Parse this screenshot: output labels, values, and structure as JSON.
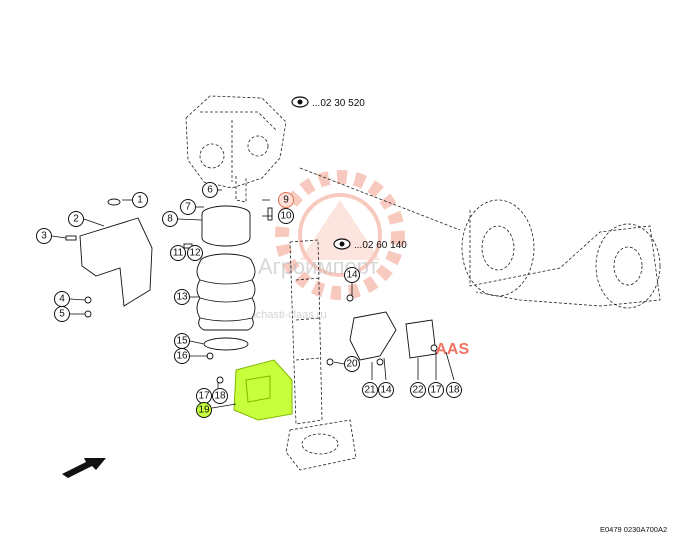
{
  "references": [
    {
      "id": "ref-top",
      "text": "...02 30 520"
    },
    {
      "id": "ref-mid",
      "text": "...02 60 140"
    }
  ],
  "callouts": [
    {
      "id": "1",
      "label": "1"
    },
    {
      "id": "2",
      "label": "2"
    },
    {
      "id": "3",
      "label": "3"
    },
    {
      "id": "4",
      "label": "4"
    },
    {
      "id": "5",
      "label": "5"
    },
    {
      "id": "6",
      "label": "6"
    },
    {
      "id": "7",
      "label": "7"
    },
    {
      "id": "8",
      "label": "8"
    },
    {
      "id": "9",
      "label": "9"
    },
    {
      "id": "10",
      "label": "10"
    },
    {
      "id": "11",
      "label": "11"
    },
    {
      "id": "12",
      "label": "12"
    },
    {
      "id": "13",
      "label": "13"
    },
    {
      "id": "14a",
      "label": "14"
    },
    {
      "id": "14b",
      "label": "14"
    },
    {
      "id": "15",
      "label": "15"
    },
    {
      "id": "16",
      "label": "16"
    },
    {
      "id": "17a",
      "label": "17"
    },
    {
      "id": "17b",
      "label": "17"
    },
    {
      "id": "18a",
      "label": "18"
    },
    {
      "id": "18b",
      "label": "18"
    },
    {
      "id": "19",
      "label": "19",
      "highlighted": true
    },
    {
      "id": "20",
      "label": "20"
    },
    {
      "id": "21",
      "label": "21"
    },
    {
      "id": "22",
      "label": "22"
    }
  ],
  "doc_code": "E0479 0230A700A2",
  "watermark": {
    "brand": "Агроимпорт",
    "site": "zapchasti-claas.ru",
    "logo": "CLAAS"
  },
  "colors": {
    "highlight": "#c8ff3c",
    "highlight_stroke": "#7fb800",
    "watermark_gear": "#f4a08c",
    "watermark_red": "#ef4f3a"
  },
  "icons": {
    "reference": "eye-icon",
    "direction": "arrow-icon"
  }
}
